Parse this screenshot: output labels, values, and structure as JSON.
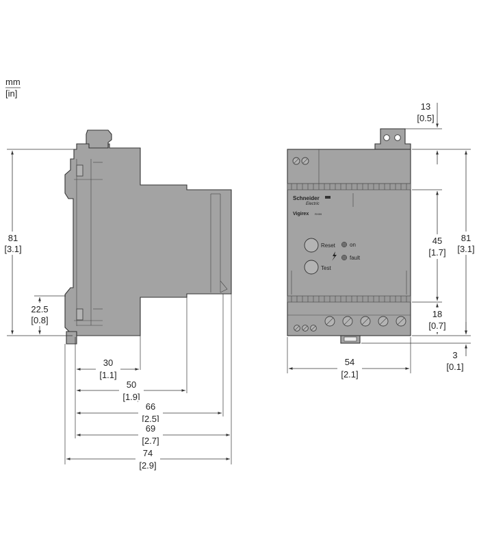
{
  "units": {
    "primary": "mm",
    "secondary": "[in]"
  },
  "device": {
    "brand": "Schneider",
    "brand_sub": "Electric",
    "model": "Vigirex",
    "model_code": "RH99",
    "reset_label": "Reset",
    "test_label": "Test",
    "on_label": "on",
    "fault_label": "fault",
    "fault_icon": "lightning-bolt-icon"
  },
  "side_view": {
    "dimensions": [
      {
        "id": "height",
        "mm": "81",
        "in": "[3.1]"
      },
      {
        "id": "rail-offset",
        "mm": "22.5",
        "in": "[0.8]"
      },
      {
        "id": "depth-30",
        "mm": "30",
        "in": "[1.1]"
      },
      {
        "id": "depth-50",
        "mm": "50",
        "in": "[1.9]"
      },
      {
        "id": "depth-66",
        "mm": "66",
        "in": "[2.5]"
      },
      {
        "id": "depth-69",
        "mm": "69",
        "in": "[2.7]"
      },
      {
        "id": "depth-74",
        "mm": "74",
        "in": "[2.9]"
      }
    ]
  },
  "front_view": {
    "dimensions": [
      {
        "id": "clip-height",
        "mm": "13",
        "in": "[0.5]"
      },
      {
        "id": "height",
        "mm": "81",
        "in": "[3.1]"
      },
      {
        "id": "window-height",
        "mm": "45",
        "in": "[1.7]"
      },
      {
        "id": "terminal-height",
        "mm": "18",
        "in": "[0.7]"
      },
      {
        "id": "foot",
        "mm": "3",
        "in": "[0.1]"
      },
      {
        "id": "width",
        "mm": "54",
        "in": "[2.1]"
      }
    ]
  }
}
